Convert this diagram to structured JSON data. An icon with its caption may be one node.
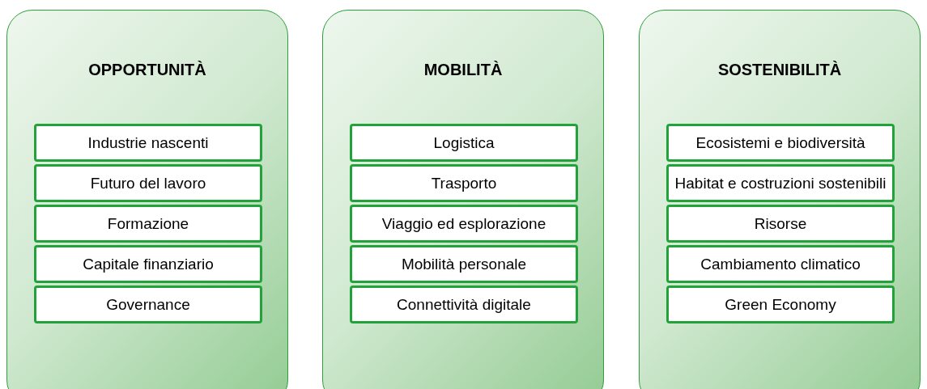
{
  "diagram": {
    "nodes": [
      {
        "text": [
          "OPPORTUNITÀ"
        ]
      },
      {
        "text": [
          "Industrie nascenti"
        ],
        "in": 0
      },
      {
        "text": [
          "Futuro del lavoro"
        ],
        "in": 0
      },
      {
        "text": [
          "Formazione"
        ],
        "in": 0
      },
      {
        "text": [
          "Capitale finanziario"
        ],
        "in": 0
      },
      {
        "text": [
          "Governance"
        ],
        "in": 0
      },
      {
        "text": [
          "MOBILITÀ"
        ]
      },
      {
        "text": [
          "Logistica"
        ],
        "in": 6
      },
      {
        "text": [
          "Trasporto"
        ],
        "in": 6
      },
      {
        "text": [
          "Viaggio ed esplorazione"
        ],
        "in": 6
      },
      {
        "text": [
          "Mobilità personale"
        ],
        "in": 6
      },
      {
        "text": [
          "Connettività digitale"
        ],
        "in": 6
      },
      {
        "text": [
          "SOSTENIBILITÀ"
        ]
      },
      {
        "text": [
          "Ecosistemi e biodiversità"
        ],
        "in": 12
      },
      {
        "text": [
          "Habitat e costruzioni sostenibili"
        ],
        "in": 12
      },
      {
        "text": [
          "Risorse"
        ],
        "in": 12
      },
      {
        "text": [
          "Cambiamento climatico"
        ],
        "in": 12
      },
      {
        "text": [
          "Green Economy"
        ],
        "in": 12
      }
    ]
  }
}
